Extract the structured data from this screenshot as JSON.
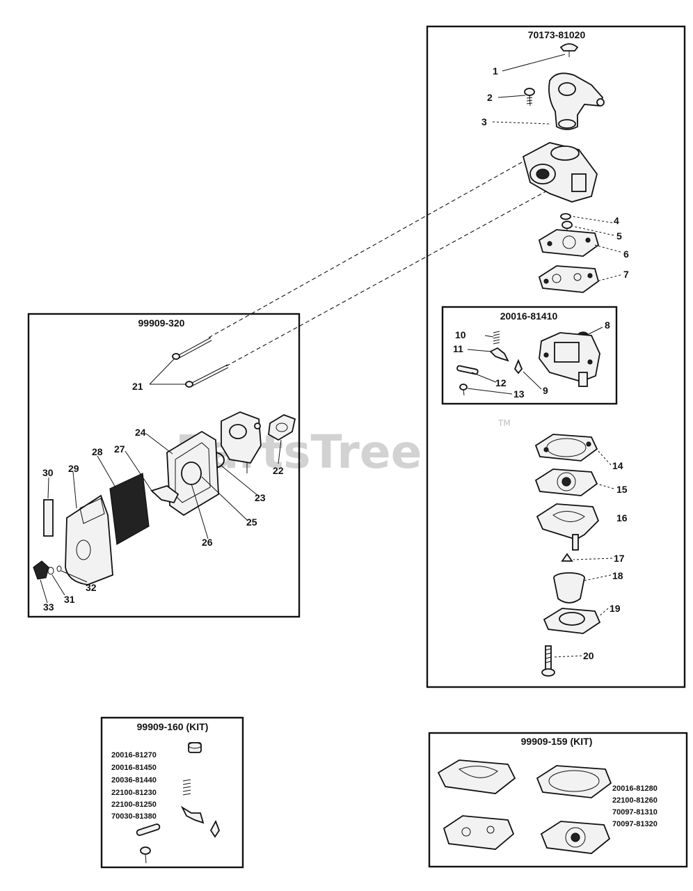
{
  "watermark": {
    "text": "PartsTree",
    "tm": "TM"
  },
  "kits": {
    "main": "70173-81020",
    "sub": "20016-81410",
    "air": "99909-320",
    "kit160": "99909-160 (KIT)",
    "kit159": "99909-159 (KIT)"
  },
  "kit160_parts": [
    "20016-81270",
    "20016-81450",
    "20036-81440",
    "22100-81230",
    "22100-81250",
    "70030-81380"
  ],
  "kit159_parts": [
    "20016-81280",
    "22100-81260",
    "70097-81310",
    "70097-81320"
  ],
  "callouts": {
    "n1": "1",
    "n2": "2",
    "n3": "3",
    "n4": "4",
    "n5": "5",
    "n6": "6",
    "n7": "7",
    "n8": "8",
    "n9": "9",
    "n10": "10",
    "n11": "11",
    "n12": "12",
    "n13": "13",
    "n14": "14",
    "n15": "15",
    "n16": "16",
    "n17": "17",
    "n18": "18",
    "n19": "19",
    "n20": "20",
    "n21": "21",
    "n22": "22",
    "n23": "23",
    "n24": "24",
    "n25": "25",
    "n26": "26",
    "n27": "27",
    "n28": "28",
    "n29": "29",
    "n30": "30",
    "n31": "31",
    "n32": "32",
    "n33": "33"
  },
  "colors": {
    "ink": "#111111",
    "watermark": "#d2d2d2"
  }
}
